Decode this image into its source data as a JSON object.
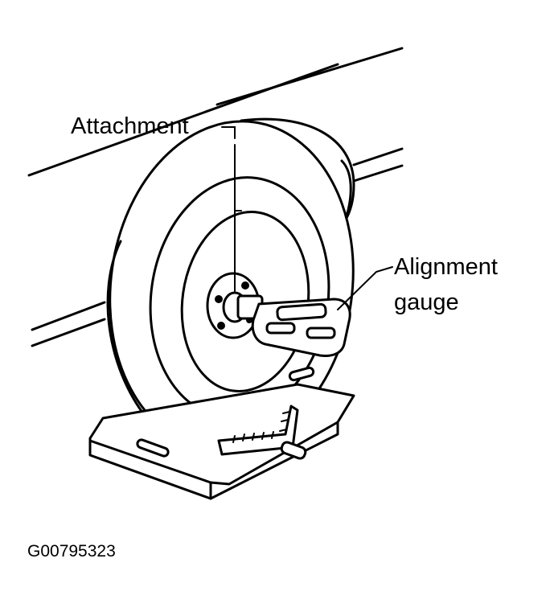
{
  "labels": {
    "attachment": "Attachment",
    "alignment_gauge_line1": "Alignment",
    "alignment_gauge_line2": "gauge",
    "figure_code": "G00795323"
  }
}
